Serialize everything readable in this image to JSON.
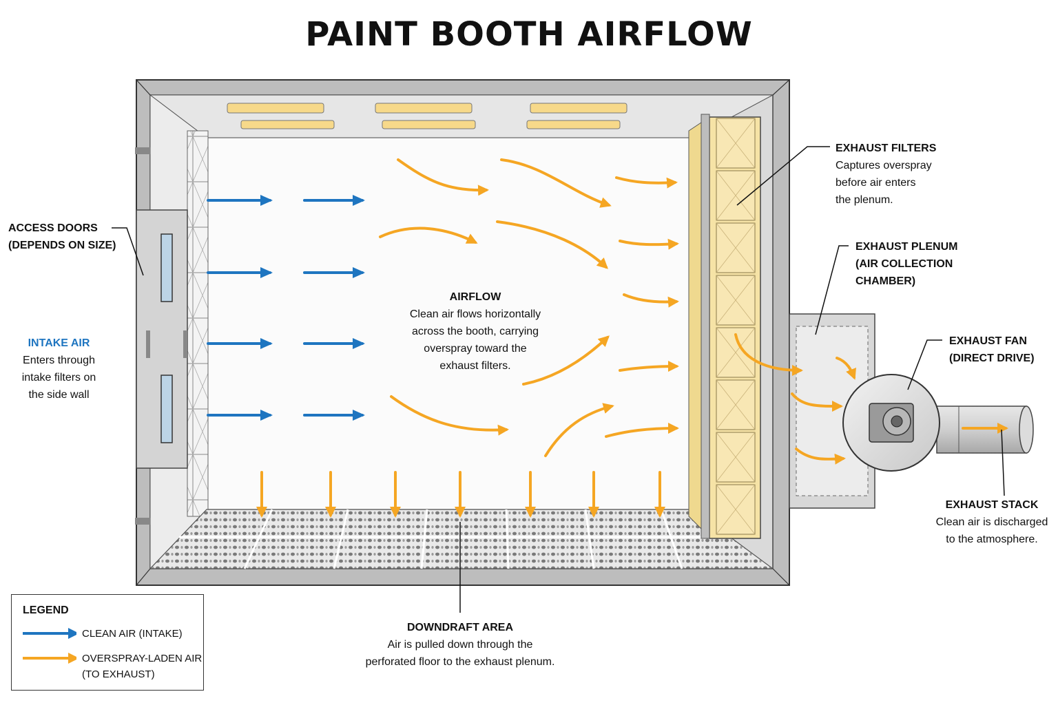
{
  "title": "PAINT BOOTH AIRFLOW",
  "colors": {
    "clean_air": "#1e75c0",
    "overspray_air": "#f5a623",
    "filter": "#f6e3a6",
    "steel": "#8a8a8a"
  },
  "labels": {
    "access_doors": {
      "line1": "ACCESS DOORS",
      "line2": "(DEPENDS ON SIZE)"
    },
    "intake_air": {
      "heading": "INTAKE AIR",
      "line1": "Enters through",
      "line2": "intake filters on",
      "line3": "the side wall"
    },
    "airflow": {
      "heading": "AIRFLOW",
      "line1": "Clean air flows horizontally",
      "line2": "across the booth, carrying",
      "line3": "overspray toward the",
      "line4": "exhaust filters."
    },
    "exhaust_filters": {
      "heading": "EXHAUST FILTERS",
      "line1": "Captures overspray",
      "line2": "before air enters",
      "line3": "the plenum."
    },
    "exhaust_plenum": {
      "line1": "EXHAUST PLENUM",
      "line2": "(AIR COLLECTION",
      "line3": "CHAMBER)"
    },
    "exhaust_fan": {
      "line1": "EXHAUST FAN",
      "line2": "(DIRECT DRIVE)"
    },
    "exhaust_stack": {
      "heading": "EXHAUST STACK",
      "line1": "Clean air is discharged",
      "line2": "to the atmosphere."
    },
    "downdraft": {
      "heading": "DOWNDRAFT AREA",
      "line1": "Air is pulled down through the",
      "line2": "perforated floor to the exhaust plenum."
    }
  },
  "legend": {
    "title": "LEGEND",
    "clean_air": "CLEAN AIR (INTAKE)",
    "overspray_line1": "OVERSPRAY-LADEN AIR",
    "overspray_line2": "(TO EXHAUST)"
  }
}
